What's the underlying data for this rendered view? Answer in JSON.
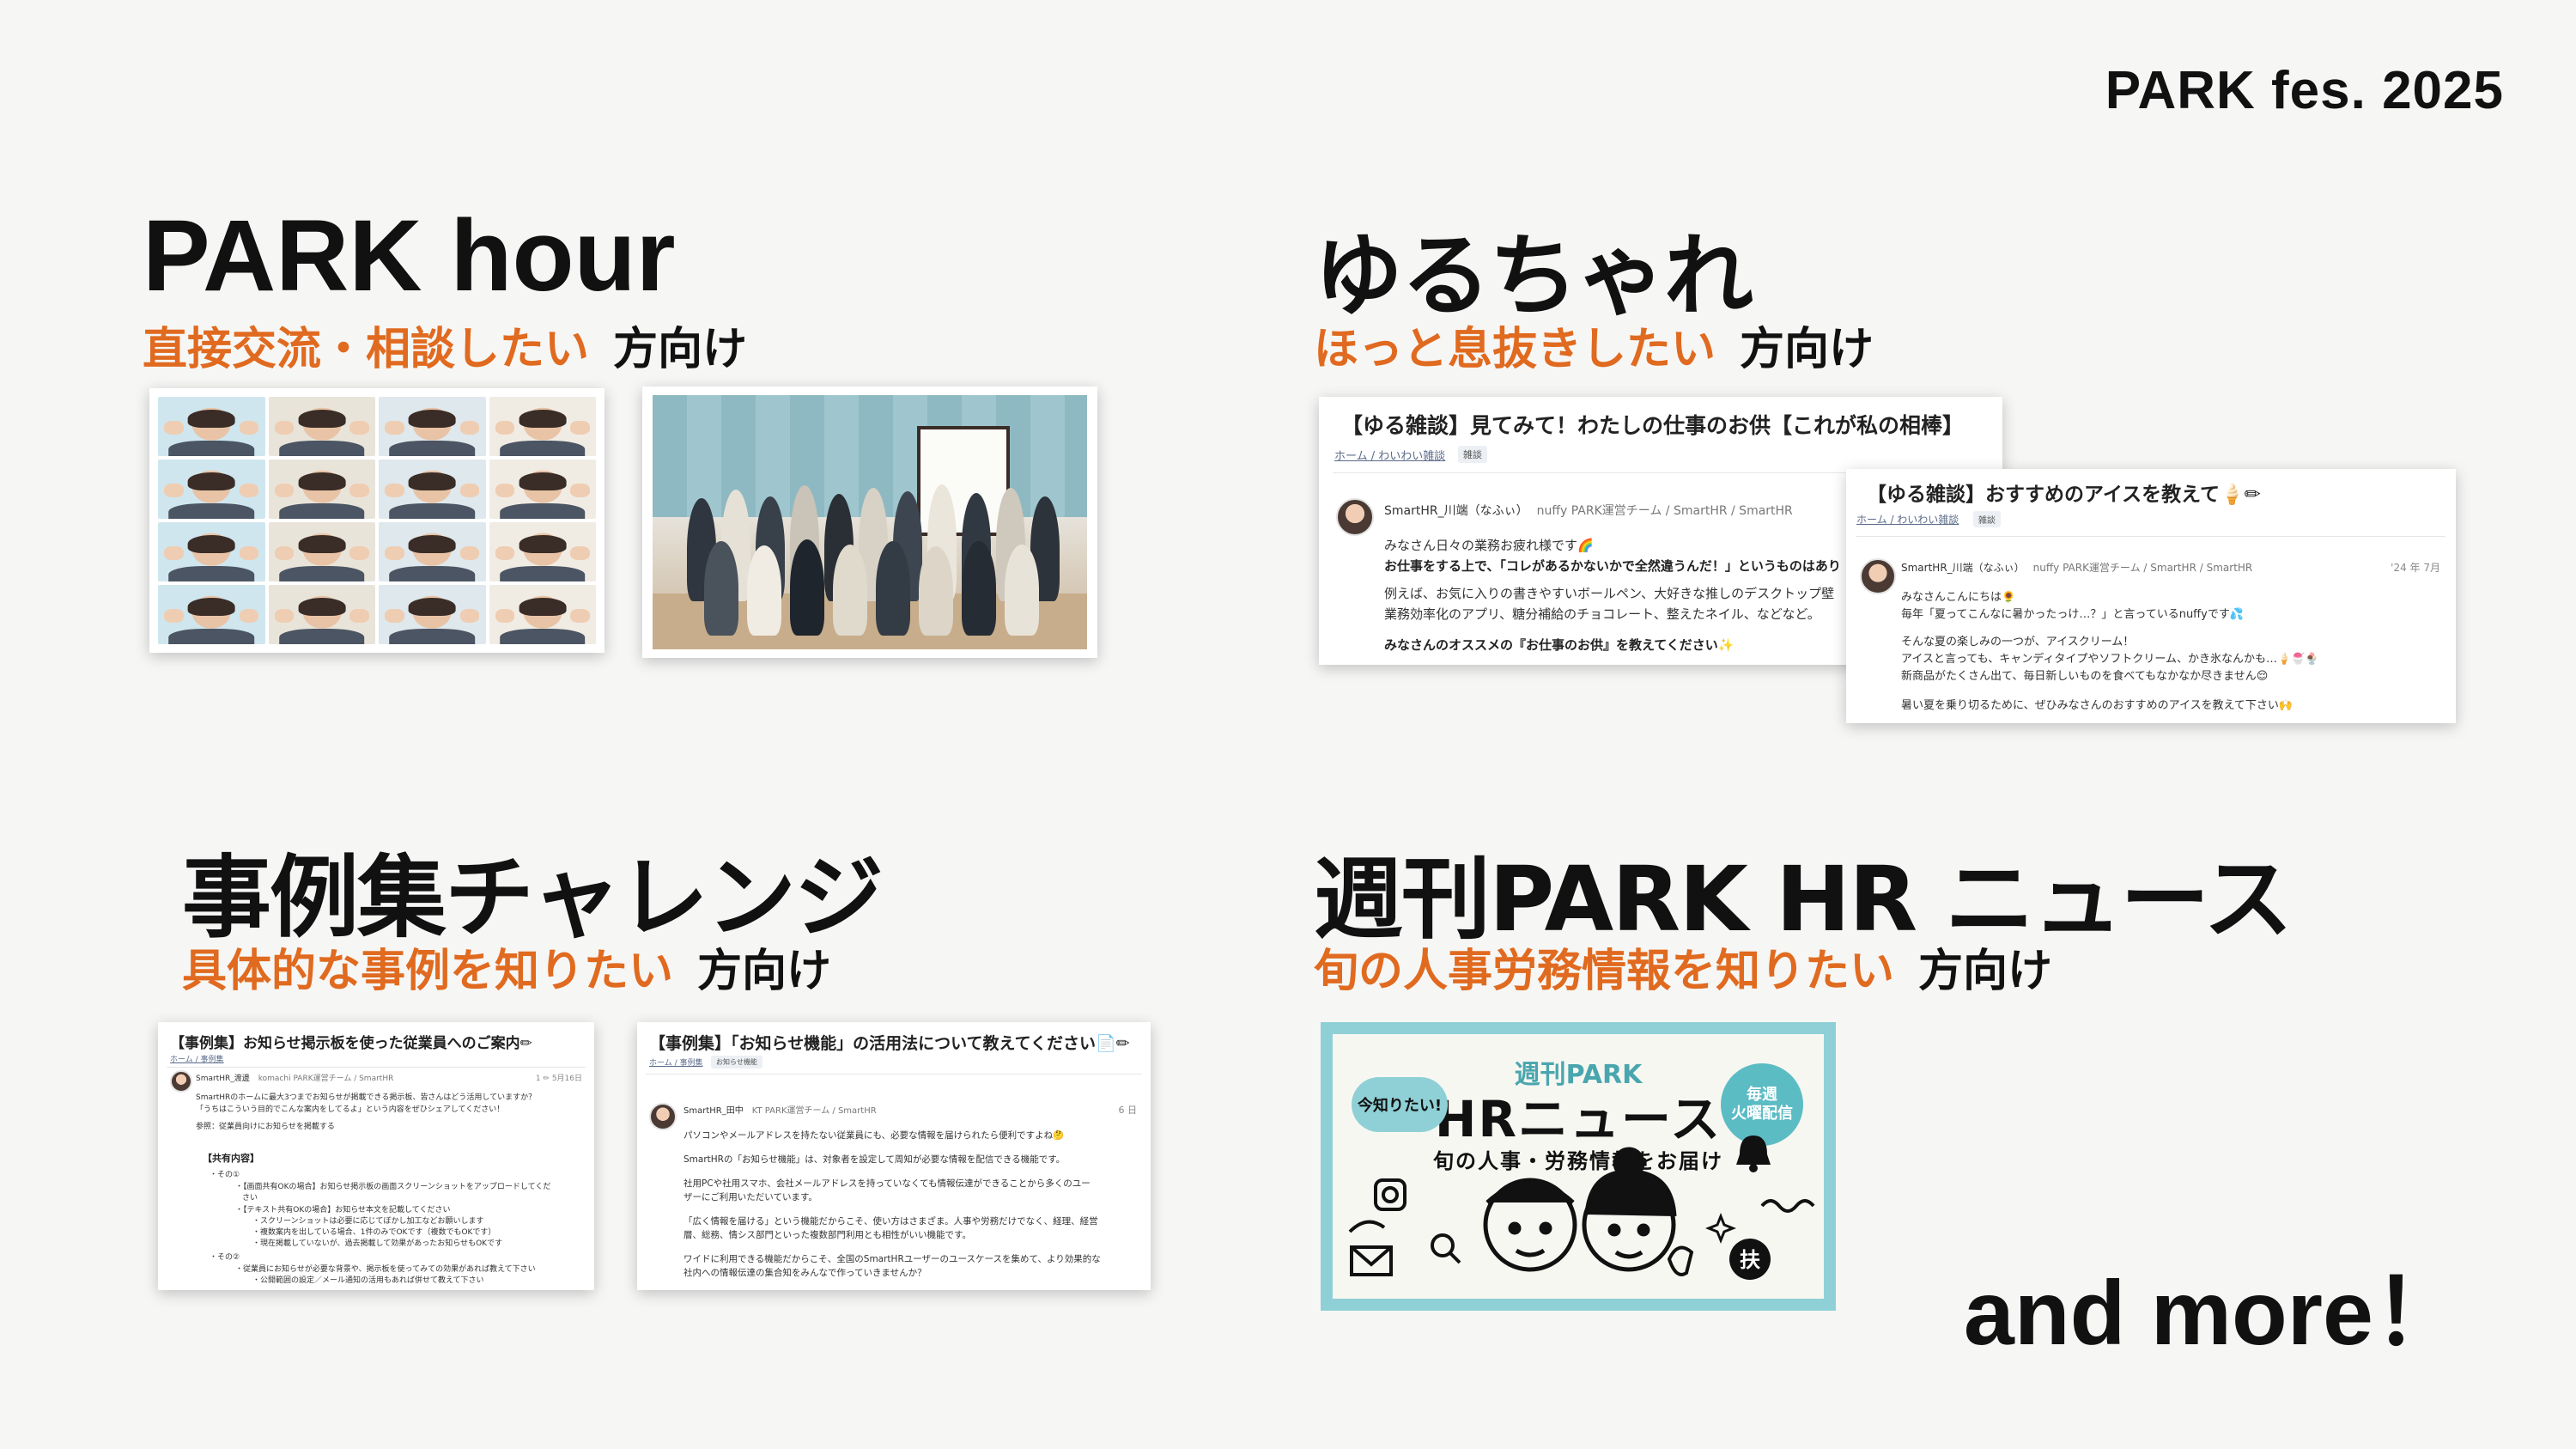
{
  "brand": "PARK fes. 2025",
  "sections": [
    {
      "title": "PARK hour",
      "highlight": "直接交流・相談したい",
      "tail": "方向け"
    },
    {
      "title": "ゆるちゃれ",
      "highlight": "ほっと息抜きしたい",
      "tail": "方向け"
    },
    {
      "title": "事例集チャレンジ",
      "highlight": "具体的な事例を知りたい",
      "tail": "方向け"
    },
    {
      "title": "週刊PARK HR ニュース",
      "highlight": "旬の人事労務情報を知りたい",
      "tail": "方向け"
    }
  ],
  "yuru_post1": {
    "title": "【ゆる雑談】見てみて！わたしの仕事のお供【これが私の相棒】",
    "crumbs": "ホーム / わいわい雑談",
    "tag": "雑談",
    "author": "SmartHR_川端（なふぃ）",
    "author_meta": "nuffy PARK運営チーム / SmartHR / SmartHR",
    "lines": [
      "みなさん日々の業務お疲れ様です🌈",
      "お仕事をする上で、「コレがあるかないかで全然違うんだ！」というものはあり",
      "例えば、お気に入りの書きやすいボールペン、大好きな推しのデスクトップ壁",
      "業務効率化のアプリ、糖分補給のチョコレート、整えたネイル、などなど。",
      "みなさんのオススメの『お仕事のお供』を教えてください✨"
    ]
  },
  "yuru_post2": {
    "title": "【ゆる雑談】おすすめのアイスを教えて🍦✏",
    "crumbs": "ホーム / わいわい雑談",
    "tag": "雑談",
    "author": "SmartHR_川端（なふぃ）",
    "author_meta": "nuffy PARK運営チーム / SmartHR / SmartHR",
    "date": "'24 年 7月",
    "lines": [
      "みなさんこんにちは🌻",
      "毎年「夏ってこんなに暑かったっけ…？」と言っているnuffyです💦",
      "そんな夏の楽しみの一つが、アイスクリーム！",
      "アイスと言っても、キャンディタイプやソフトクリーム、かき氷なんかも…🍦🍧🍨",
      "新商品がたくさん出て、毎日新しいものを食べてもなかなか尽きません😌",
      "暑い夏を乗り切るために、ぜひみなさんのおすすめのアイスを教えて下さい🙌"
    ]
  },
  "case_post1": {
    "title": "【事例集】お知らせ掲示板を使った従業員へのご案内✏",
    "crumbs": "ホーム / 事例集",
    "author": "SmartHR_渡邊",
    "author_meta": "komachi PARK運営チーム / SmartHR",
    "date": "1 ✏ 5月16日",
    "lines": [
      "SmartHRのホームに最大3つまでお知らせが掲載できる掲示板、皆さんはどう活用していますか？",
      "「うちはこういう目的でこんな案内をしてるよ」という内容をぜひシェアしてください！",
      "参照：従業員向けにお知らせを掲載する",
      "【共有内容】",
      "・その①",
      "・【画面共有OKの場合】お知らせ掲示板の画面スクリーンショットをアップロードしてくだ",
      "さい",
      "・【テキスト共有OKの場合】お知らせ本文を記載してください",
      "・スクリーンショットは必要に応じてぼかし加工などお願いします",
      "・複数案内を出している場合、1件のみでOKです（複数でもOKです）",
      "・現在掲載していないが、過去掲載して効果があったお知らせもOKです",
      "・その②",
      "・従業員にお知らせが必要な背景や、掲示板を使ってみての効果があれば教えて下さい",
      "・公開範囲の設定／メール通知の活用もあれば併せて教えて下さい"
    ]
  },
  "case_post2": {
    "title": "【事例集】「お知らせ機能」の活用法について教えてください📄✏",
    "crumbs": "ホーム / 事例集",
    "tag": "お知らせ機能",
    "author": "SmartHR_田中",
    "author_meta": "KT PARK運営チーム / SmartHR",
    "date": "6 日",
    "lines": [
      "パソコンやメールアドレスを持たない従業員にも、必要な情報を届けられたら便利ですよね🤔",
      "SmartHRの「お知らせ機能」は、対象者を設定して周知が必要な情報を配信できる機能です。",
      "社用PCや社用スマホ、会社メールアドレスを持っていなくても情報伝達ができることから多くのユー",
      "ザーにご利用いただいています。",
      "「広く情報を届ける」という機能だからこそ、使い方はさまざま。人事や労務だけでなく、経理、経営",
      "層、総務、情シス部門といった複数部門利用とも相性がいい機能です。",
      "ワイドに利用できる機能だからこそ、全国のSmartHRユーザーのユースケースを集めて、より効果的な",
      "社内への情報伝達の集合知をみんなで作っていきませんか？"
    ]
  },
  "newsletter": {
    "pre": "週刊PARK",
    "title": "HRニュース",
    "subtitle": "旬の人事・労務情報をお届け",
    "bubble": "今知りたい!",
    "badge1": "毎週",
    "badge2": "火曜配信",
    "stamp": "扶"
  },
  "and_more": "and more！"
}
